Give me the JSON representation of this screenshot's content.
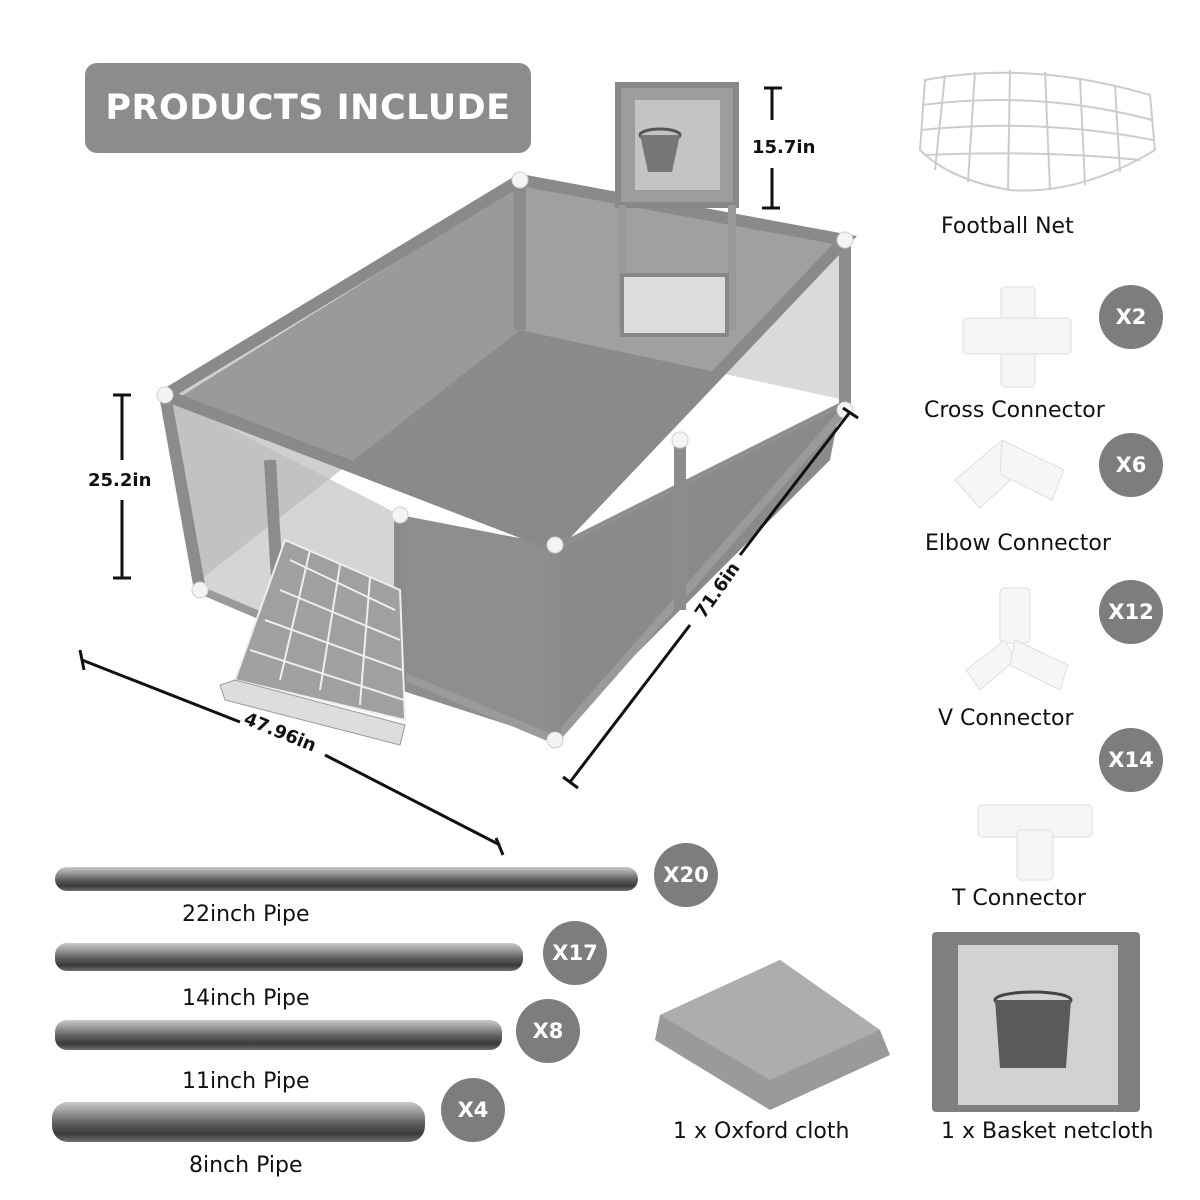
{
  "title": "PRODUCTS INCLUDE",
  "dimensions": {
    "basket_height": "15.7in",
    "fence_height": "25.2in",
    "width": "47.96in",
    "length": "71.6in"
  },
  "accessories": [
    {
      "label": "Football Net",
      "qty": null
    },
    {
      "label": "Cross Connector",
      "qty": "X2"
    },
    {
      "label": "Elbow Connector",
      "qty": "X6"
    },
    {
      "label": "V Connector",
      "qty": "X12"
    },
    {
      "label": "T Connector",
      "qty": "X14"
    }
  ],
  "pipes": [
    {
      "label": "22inch Pipe",
      "qty": "X20"
    },
    {
      "label": "14inch Pipe",
      "qty": "X17"
    },
    {
      "label": "11inch Pipe",
      "qty": "X8"
    },
    {
      "label": "8inch Pipe",
      "qty": "X4"
    }
  ],
  "cloths": [
    {
      "label": "1 x Oxford cloth"
    },
    {
      "label": "1 x Basket netcloth"
    }
  ],
  "colors": {
    "badge": "#7d7d7d",
    "fabric": "#8f8f8f",
    "connector": "#f4f4f4"
  }
}
